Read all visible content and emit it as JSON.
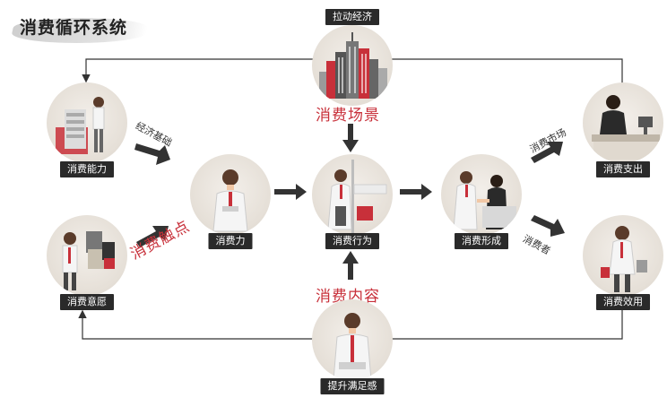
{
  "title": "消费循环系统",
  "top_label": "拉动经济",
  "nodes": {
    "consumption_ability": "消费能力",
    "consumption_intention": "消费意愿",
    "consumption_power": "消费力",
    "consumption_behavior": "消费行为",
    "consumption_formation": "消费形成",
    "consumption_expenditure": "消费支出",
    "consumption_utility": "消费效用",
    "satisfaction": "提升满足感"
  },
  "red_labels": {
    "scene": "消费场景",
    "touchpoint": "消费触点",
    "content": "消费内容"
  },
  "edge_labels": {
    "economic_base": "经济基础",
    "consumer_market": "消费市场",
    "consumer": "消费者"
  },
  "colors": {
    "accent_red": "#c8303a",
    "label_bg": "#2a2a2a",
    "arrow": "#333333",
    "circle_bg": "#e6e0d8"
  },
  "icons": [
    "city-icon",
    "banknotes-icon",
    "shopping-bags-icon",
    "person-icon",
    "cashier-icon",
    "handshake-icon",
    "checkmark-person-icon"
  ]
}
